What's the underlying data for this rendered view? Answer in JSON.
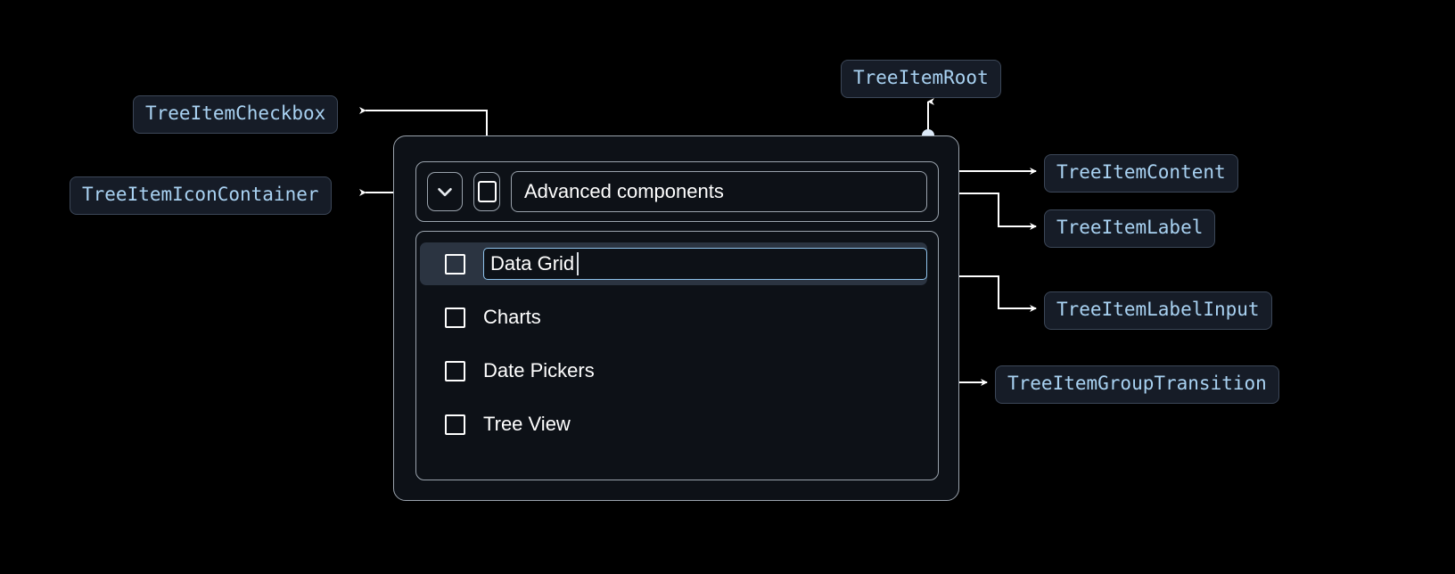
{
  "annotations": [
    {
      "id": "tree-item-checkbox",
      "label": "TreeItemCheckbox"
    },
    {
      "id": "tree-item-icon-container",
      "label": "TreeItemIconContainer"
    },
    {
      "id": "tree-item-root",
      "label": "TreeItemRoot"
    },
    {
      "id": "tree-item-content",
      "label": "TreeItemContent"
    },
    {
      "id": "tree-item-label",
      "label": "TreeItemLabel"
    },
    {
      "id": "tree-item-label-input",
      "label": "TreeItemLabelInput"
    },
    {
      "id": "tree-item-group-transition",
      "label": "TreeItemGroupTransition"
    }
  ],
  "tree": {
    "root": {
      "label": "Advanced components",
      "expand_icon": "chevron-down-icon",
      "checkbox_checked": false
    },
    "items": [
      {
        "label": "Data Grid",
        "checked": false,
        "editing": true,
        "selected": true
      },
      {
        "label": "Charts",
        "checked": false,
        "editing": false,
        "selected": false
      },
      {
        "label": "Date Pickers",
        "checked": false,
        "editing": false,
        "selected": false
      },
      {
        "label": "Tree View",
        "checked": false,
        "editing": false,
        "selected": false
      }
    ]
  },
  "colors": {
    "background": "#000000",
    "pill_bg": "#161c27",
    "pill_border": "#3c4758",
    "pill_text": "#a9d2f2",
    "panel_bg": "#0d1117",
    "panel_border": "#9aa3ad",
    "connector": "#ffffff",
    "anchor_dot": "#dce9f7",
    "selected_row": "#2b3441",
    "input_focus_border": "#8fc3ec",
    "text": "#ffffff"
  }
}
